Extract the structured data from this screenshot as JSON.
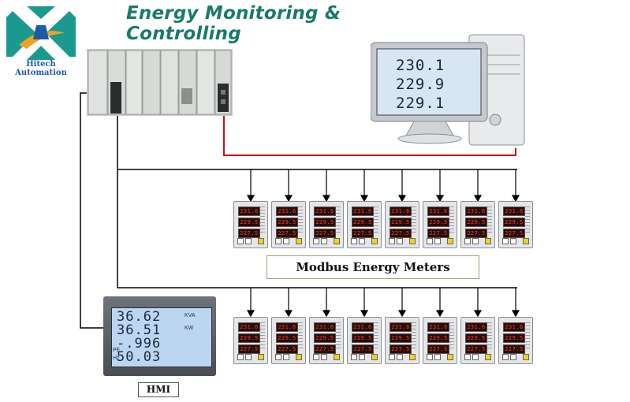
{
  "title": "Energy Monitoring & Controlling",
  "logo": {
    "text": "Hitech Automation"
  },
  "meters": {
    "label": "Modbus Energy Meters",
    "readings": [
      "231.6",
      "229.5",
      "227.5"
    ],
    "count_per_row": 8
  },
  "hmi": {
    "label": "HMI",
    "readings": [
      {
        "value": "36.62",
        "unit": "KVA"
      },
      {
        "value": "36.51",
        "unit": "KW"
      },
      {
        "value": "-.996",
        "unit": "PF"
      },
      {
        "value": "50.03",
        "unit": "Hz"
      }
    ]
  },
  "pc_monitor": {
    "readings": [
      "230.1",
      "229.9",
      "229.1"
    ]
  },
  "colors": {
    "title": "#1a7a6a",
    "wire_black": "#000000",
    "wire_red": "#cc1111",
    "meter_digits": "#ff3a1a",
    "hmi_screen": "#bcd6f2"
  }
}
